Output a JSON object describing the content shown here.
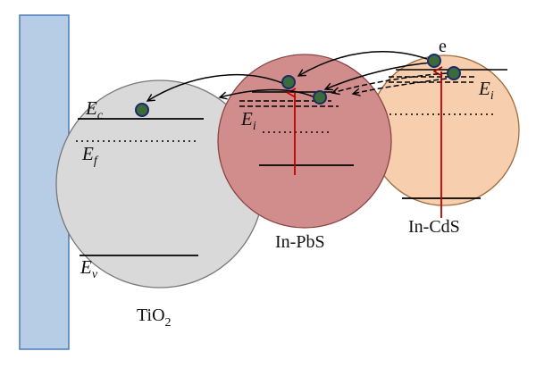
{
  "labels": {
    "tio2": {
      "main": "TiO",
      "sub": "2"
    },
    "pbs": "In-PbS",
    "cds": "In-CdS",
    "electron": "e",
    "ec": {
      "main": "E",
      "sub": "c"
    },
    "ef": {
      "main": "E",
      "sub": "f"
    },
    "ev": {
      "main": "E",
      "sub": "v"
    },
    "ei_pbs": {
      "main": "E",
      "sub": "i"
    },
    "ei_cds": {
      "main": "E",
      "sub": "i"
    }
  },
  "colors": {
    "electrode": "#b7cde6",
    "electrode_border": "#4a7ab8",
    "tio2_fill": "#d9d9d9",
    "pbs_fill": "#d18c8c",
    "cds_fill": "#f7cfae",
    "excitation_arrow": "#c00000",
    "electron_dot": "#3b6b3b",
    "transfer_arrow": "#000000"
  }
}
